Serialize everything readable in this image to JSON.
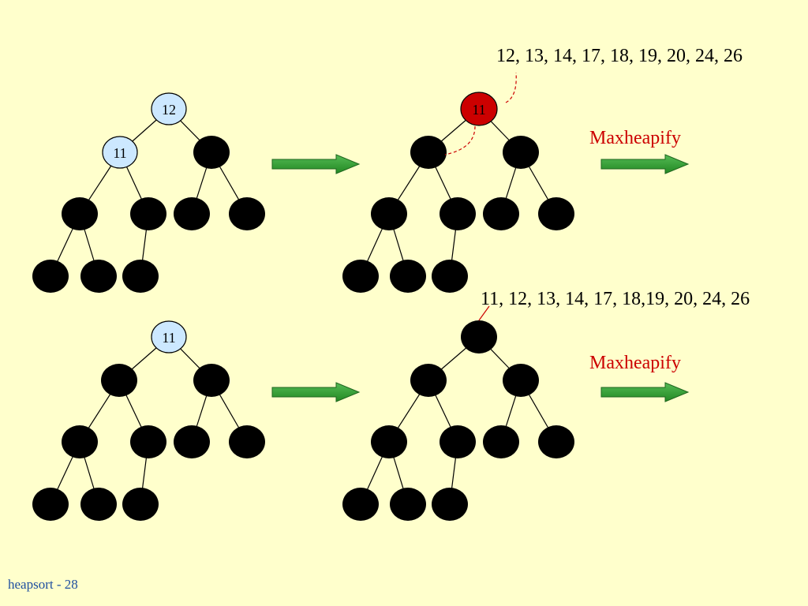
{
  "slide": {
    "footer": "heapsort - 28",
    "colors": {
      "background": "#FFFFCC",
      "highlight_node": "#CCE8FF",
      "active_node": "#CC0000",
      "black_node": "#000000",
      "arrow": "#339933",
      "op_label": "#CC0000",
      "annotation_line": "#CC0000"
    }
  },
  "panel_top": {
    "left_tree": {
      "root": "12",
      "left_child": "11"
    },
    "right_tree": {
      "root": "11"
    },
    "sorted_sequence": "12, 13, 14, 17, 18, 19, 20, 24, 26",
    "operation": "Maxheapify"
  },
  "panel_bottom": {
    "left_tree": {
      "root": "11"
    },
    "sorted_sequence": "11, 12, 13, 14, 17, 18,19, 20, 24, 26",
    "operation": "Maxheapify"
  }
}
